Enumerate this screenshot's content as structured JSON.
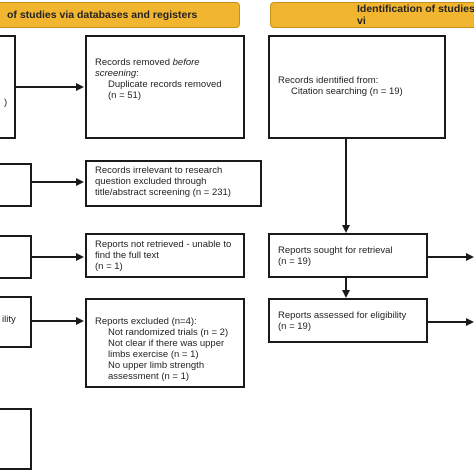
{
  "headers": {
    "left": "of studies via databases and registers",
    "right": "Identification of studies vi"
  },
  "boxes": {
    "removed": {
      "title_a": "Records removed ",
      "title_b": "before screening",
      "title_c": ":",
      "line1": "Duplicate records removed",
      "line2": "(n = 51)"
    },
    "irrelevant": {
      "line1": "Records irrelevant to research",
      "line2": "question excluded through",
      "line3": "title/abstract screening (n = 231)"
    },
    "not_retrieved": {
      "line1": "Reports not retrieved - unable to",
      "line2": "find the full text",
      "line3": "(n = 1)"
    },
    "excluded": {
      "title": "Reports excluded (n=4):",
      "item1": "Not randomized trials (n = 2)",
      "item2a": "Not clear if there was upper",
      "item2b": "limbs exercise (n = 1)",
      "item3a": "No upper limb strength",
      "item3b": "assessment (n = 1)"
    },
    "identified": {
      "line1": "Records identified from:",
      "line2": "Citation searching (n = 19)"
    },
    "sought": {
      "line1": "Reports sought for retrieval",
      "line2": "(n = 19)"
    },
    "assessed": {
      "line1": "Reports assessed for eligibility",
      "line2": "(n = 19)"
    },
    "partial_left_1": ")",
    "partial_left_2": "ility"
  }
}
